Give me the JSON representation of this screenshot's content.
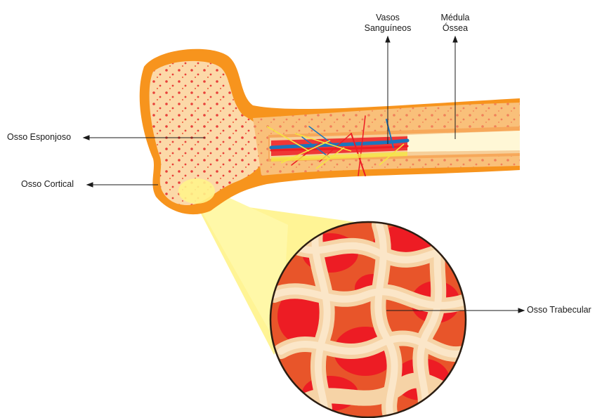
{
  "labels": {
    "osso_esponjoso": "Osso Esponjoso",
    "osso_cortical": "Osso Cortical",
    "osso_trabecular": "Osso Trabecular",
    "vasos_line1": "Vasos",
    "vasos_line2": "Sanguíneos",
    "medula_line1": "Médula",
    "medula_line2": "Óssea"
  },
  "colors": {
    "cortical_outer": "#f7941d",
    "spongy_fill": "#fcd9a8",
    "cortical_shaft": "#f9c07a",
    "blood_red": "#ed1c24",
    "vessel_blue": "#1c75bc",
    "nerve_yellow": "#f5e642",
    "marrow_cream": "#fff7d6",
    "zoom_yellow": "#fff38a",
    "trabecular_tan": "#f6d3a6"
  }
}
